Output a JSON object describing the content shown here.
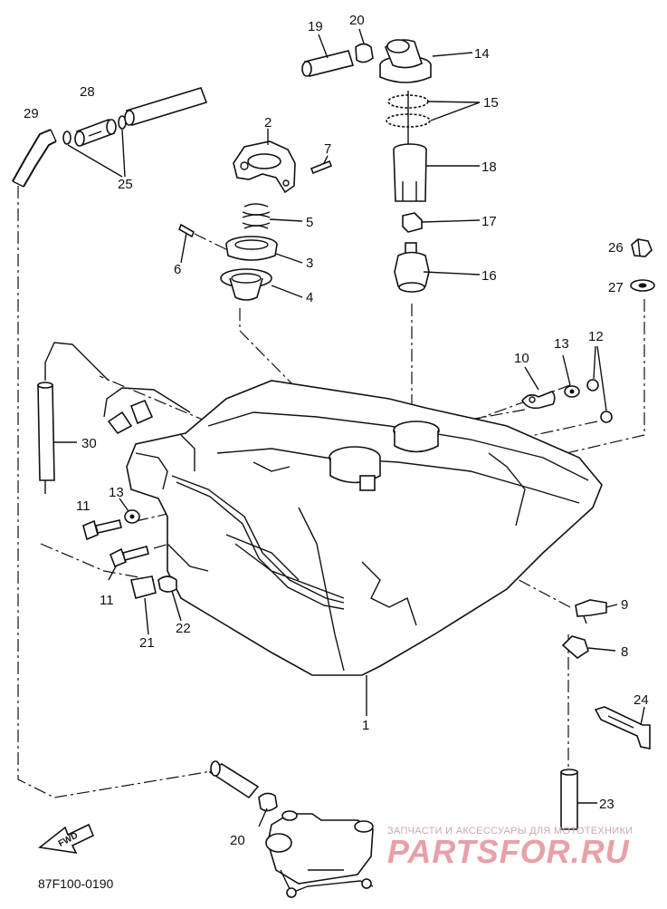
{
  "diagram": {
    "code": "87F100-0190",
    "fwd_label": "FWD",
    "callouts": {
      "c1": "1",
      "c2": "2",
      "c3": "3",
      "c4": "4",
      "c5": "5",
      "c6": "6",
      "c7": "7",
      "c8": "8",
      "c9": "9",
      "c10": "10",
      "c11a": "11",
      "c11b": "11",
      "c12": "12",
      "c13a": "13",
      "c13b": "13",
      "c14": "14",
      "c15": "15",
      "c16": "16",
      "c17": "17",
      "c18": "18",
      "c19": "19",
      "c20a": "20",
      "c20b": "20",
      "c21": "21",
      "c22": "22",
      "c23": "23",
      "c24": "24",
      "c25": "25",
      "c26": "26",
      "c27": "27",
      "c28": "28",
      "c29": "29",
      "c30": "30"
    }
  },
  "watermark": {
    "tagline": "ЗАПЧАСТИ И АКСЕССУАРЫ ДЛЯ МОТОТЕХНИКИ",
    "brand": "PARTSFOR.RU"
  }
}
